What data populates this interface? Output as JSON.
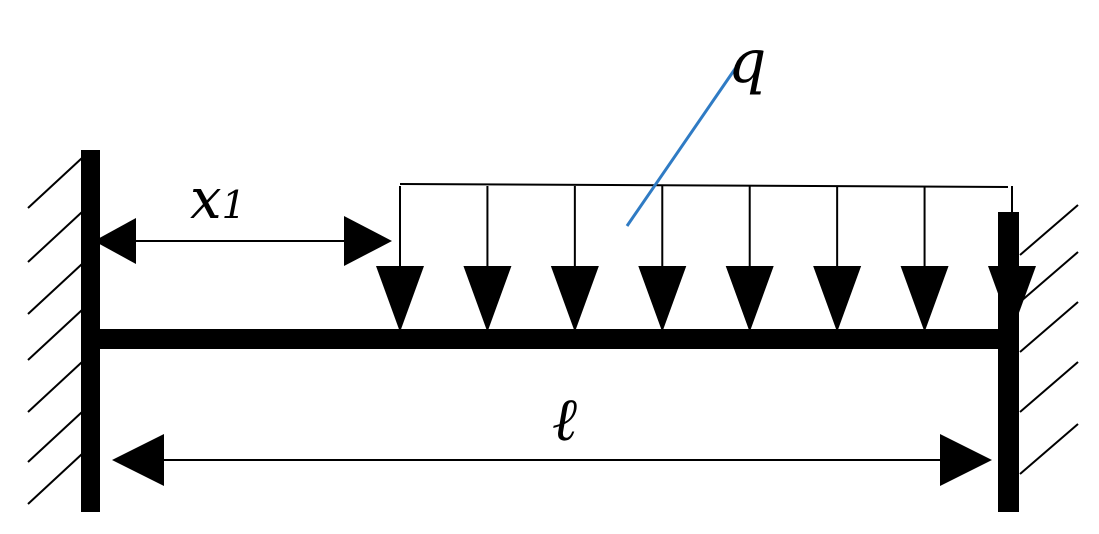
{
  "labels": {
    "load": "q",
    "offset": "x",
    "offset_subscript": "1",
    "span": "ℓ"
  },
  "colors": {
    "ink": "#000000",
    "leader": "#2f7bc4",
    "background": "#ffffff"
  },
  "load_arrow_count": 8
}
